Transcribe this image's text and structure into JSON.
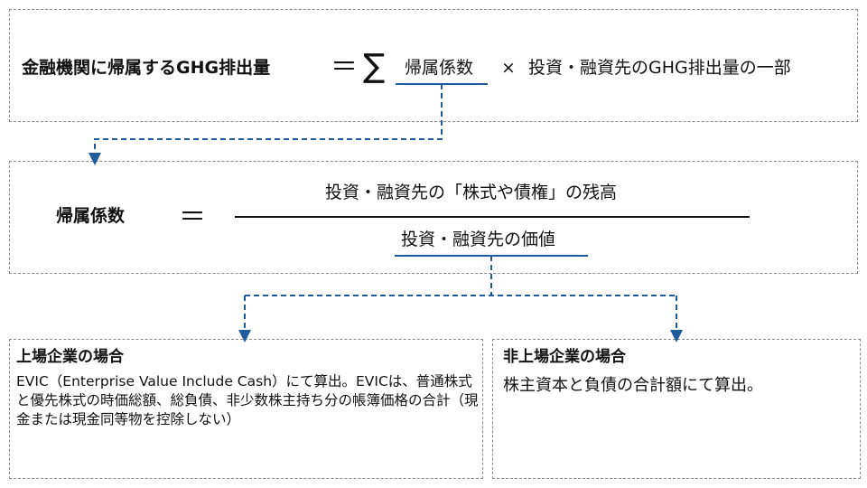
{
  "formula1": {
    "lhs": "金融機関に帰属するGHG排出量",
    "equals": "＝",
    "sigma": "∑",
    "factor": "帰属係数",
    "times": "×",
    "rhs": "投資・融資先のGHG排出量の一部"
  },
  "formula2": {
    "lhs": "帰属係数",
    "equals": "＝",
    "numerator": "投資・融資先の「株式や債権」の残高",
    "denominator": "投資・融資先の価値"
  },
  "listed": {
    "title": "上場企業の場合",
    "body": "EVIC（Enterprise Value Include Cash）にて算出。EVICは、普通株式と優先株式の時価総額、総負債、非少数株主持ち分の帳簿価格の合計（現金または現金同等物を控除しない）"
  },
  "unlisted": {
    "title": "非上場企業の場合",
    "body": "株主資本と負債の合計額にて算出。"
  },
  "colors": {
    "accent": "#1f5a9a",
    "border": "#8a8a8a"
  }
}
